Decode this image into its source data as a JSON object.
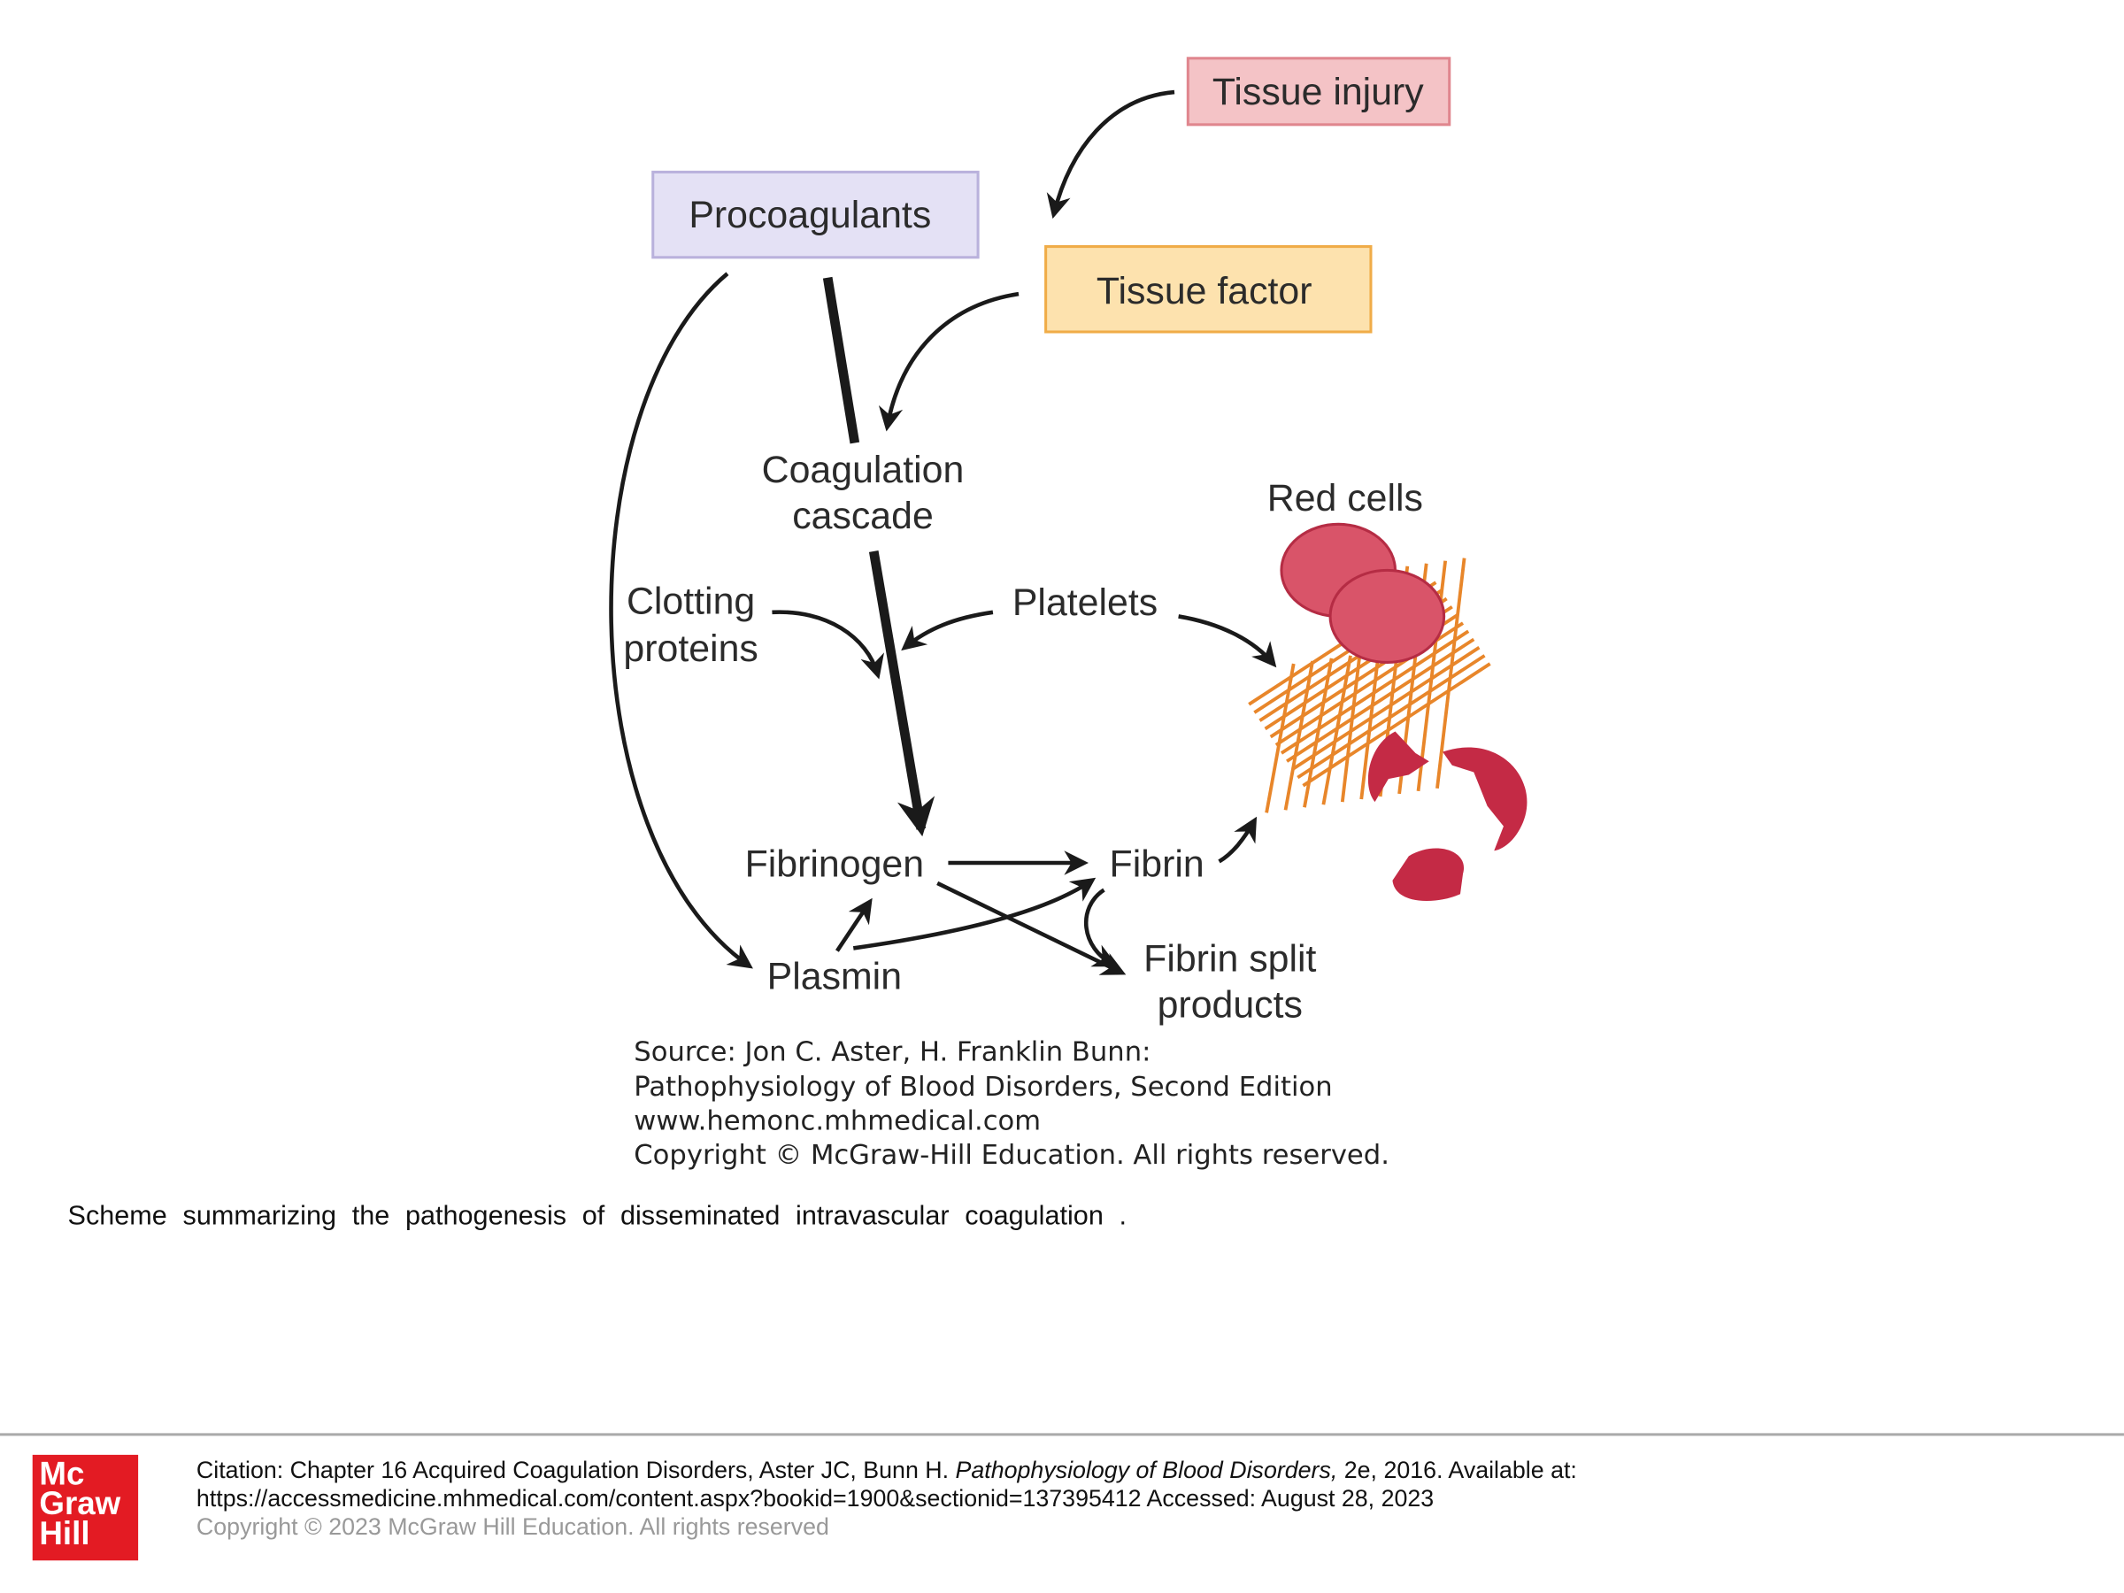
{
  "diagram": {
    "boxes": {
      "tissue_injury": "Tissue injury",
      "procoagulants": "Procoagulants",
      "tissue_factor": "Tissue factor"
    },
    "nodes": {
      "coagulation_1": "Coagulation",
      "coagulation_2": "cascade",
      "clotting_1": "Clotting",
      "clotting_2": "proteins",
      "platelets": "Platelets",
      "red_cells": "Red cells",
      "fibrinogen": "Fibrinogen",
      "fibrin": "Fibrin",
      "plasmin": "Plasmin",
      "fsp_1": "Fibrin split",
      "fsp_2": "products"
    },
    "colors": {
      "tissue_injury": "#f4c3c6",
      "procoagulants": "#e4e1f5",
      "tissue_factor": "#fde2ae",
      "fibrin_mesh": "#e8862a",
      "red_cell": "#c8304a"
    },
    "source": [
      "Source: Jon C. Aster, H. Franklin Bunn:",
      "Pathophysiology of Blood Disorders, Second Edition",
      "www.hemonc.mhmedical.com",
      "Copyright © McGraw-Hill Education. All rights reserved."
    ]
  },
  "caption": "Scheme summarizing the pathogenesis of disseminated intravascular coagulation .",
  "footer": {
    "logo": [
      "Mc",
      "Graw",
      "Hill"
    ],
    "citation_prefix": "Citation: Chapter 16 Acquired Coagulation Disorders, Aster JC, Bunn H. ",
    "citation_book": "Pathophysiology of Blood Disorders,",
    "citation_suffix": " 2e, 2016. Available at:",
    "url_line": "https://accessmedicine.mhmedical.com/content.aspx?bookid=1900&sectionid=137395412 Accessed: August 28, 2023",
    "copyright": "Copyright © 2023 McGraw Hill Education. All rights reserved"
  }
}
